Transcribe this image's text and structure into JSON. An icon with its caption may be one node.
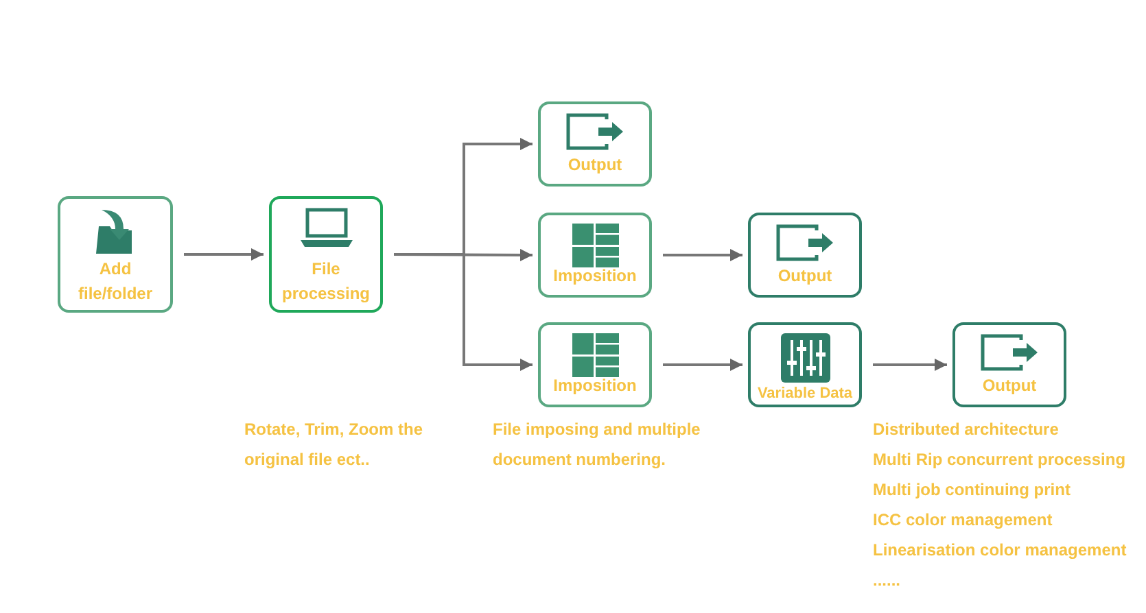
{
  "diagram": {
    "nodes": [
      {
        "text": [
          "Add file/folder"
        ]
      },
      {
        "text": [
          "File processing"
        ]
      },
      {
        "text": [
          "Output"
        ]
      },
      {
        "text": [
          "Imposition"
        ]
      },
      {
        "text": [
          "Output"
        ]
      },
      {
        "text": [
          "Imposition"
        ]
      },
      {
        "text": [
          "Variable Data"
        ]
      },
      {
        "text": [
          "Output"
        ]
      }
    ],
    "edges": [
      {
        "from": 0,
        "to": 1,
        "arrow": "to"
      },
      {
        "from": 1,
        "to": 2,
        "arrow": "to"
      },
      {
        "from": 1,
        "to": 3,
        "arrow": "to"
      },
      {
        "from": 1,
        "to": 5,
        "arrow": "to"
      },
      {
        "from": 3,
        "to": 4,
        "arrow": "to"
      },
      {
        "from": 5,
        "to": 6,
        "arrow": "to"
      },
      {
        "from": 6,
        "to": 7,
        "arrow": "to"
      }
    ],
    "labels": [
      "Rotate, Trim, Zoom the original file ect..",
      "File imposing and multiple document numbering.",
      "Distributed architecture",
      "Multi Rip concurrent processing",
      "Multi job continuing print",
      "ICC color management",
      "Linearisation color management",
      "......"
    ]
  }
}
